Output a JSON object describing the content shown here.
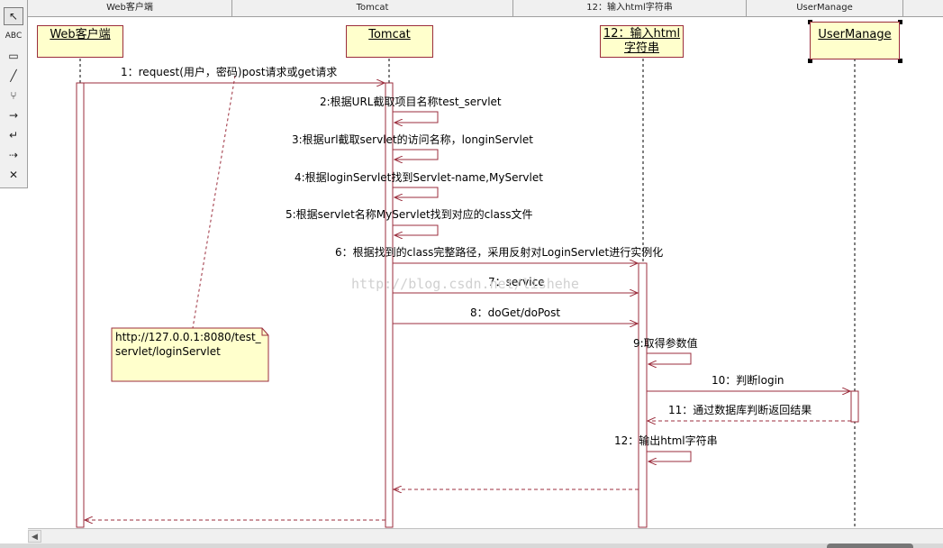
{
  "toolbar": {
    "tools": [
      {
        "name": "selector-tool",
        "icon": "arrow-cursor-icon",
        "glyph": "↖"
      },
      {
        "name": "text-tool",
        "icon": "text-abc-icon",
        "glyph": "ABC"
      },
      {
        "name": "note-tool",
        "icon": "note-icon",
        "glyph": "▭"
      },
      {
        "name": "anchor-tool",
        "icon": "dashed-line-icon",
        "glyph": "╱"
      },
      {
        "name": "object-tool",
        "icon": "object-icon",
        "glyph": "⑂"
      },
      {
        "name": "message-tool",
        "icon": "arrow-right-icon",
        "glyph": "→"
      },
      {
        "name": "self-message-tool",
        "icon": "self-arrow-icon",
        "glyph": "↵"
      },
      {
        "name": "return-message-tool",
        "icon": "dashed-arrow-icon",
        "glyph": "⇢"
      },
      {
        "name": "destruction-tool",
        "icon": "close-x-icon",
        "glyph": "✕"
      }
    ]
  },
  "header": {
    "columns": [
      "Web客户端",
      "Tomcat",
      "12：输入html字符串",
      "UserManage"
    ]
  },
  "objects": [
    {
      "name": "Web客户端"
    },
    {
      "name": "Tomcat"
    },
    {
      "name_line1": "12：输入html",
      "name_line2": "字符串"
    },
    {
      "name": "UserManage"
    }
  ],
  "messages": [
    "1：request(用户，密码)post请求或get请求",
    "2:根据URL截取项目名称test_servlet",
    "3:根据url截取servlet的访问名称，longinServlet",
    "4:根据loginServlet找到Servlet-name,MyServlet",
    "5:根据servlet名称MyServlet找到对应的class文件",
    "6：根据找到的class完整路径，采用反射对LoginServlet进行实例化",
    "7：service",
    "8：doGet/doPost",
    "9:取得参数值",
    "10：判断login",
    "11：通过数据库判断返回结果",
    "12：输出html字符串"
  ],
  "note": {
    "line1": "http://127.0.0.1:8080/test_",
    "line2": "servlet/loginServlet"
  },
  "watermark": "http://blog.csdn.net/lishehe",
  "colors": {
    "object_fill": "#ffffcc",
    "line": "#9b2d3c",
    "toolbar_bg": "#f0f0f0"
  }
}
